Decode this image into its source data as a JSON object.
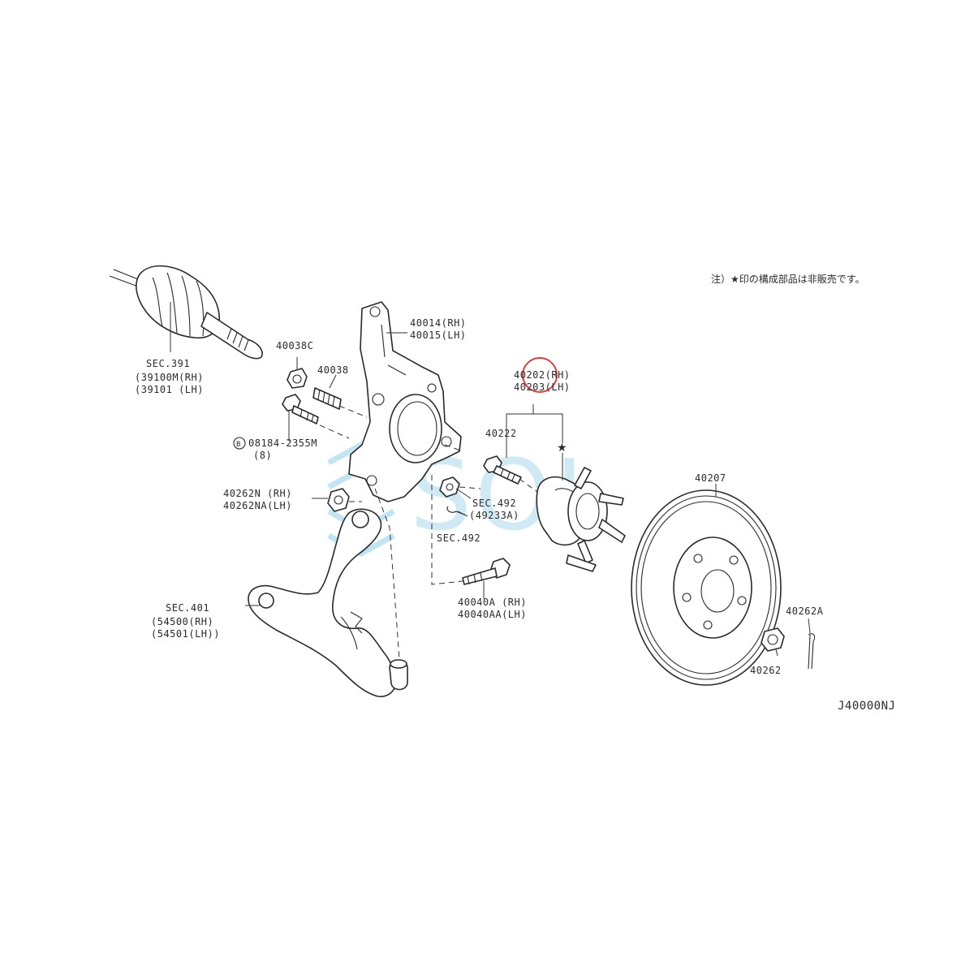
{
  "note": "注）★印の構成部品は非販売です。",
  "drawing_code": "J40000NJ",
  "watermark": "SOL",
  "callouts": {
    "sec391": "SEC.391",
    "p39100m": "(39100M(RH)",
    "p39101": "(39101 (LH)",
    "p40038c": "40038C",
    "p40038": "40038",
    "p40014": "40014(RH)",
    "p40015": "40015(LH)",
    "bolt08184": "08184-2355M",
    "bolt_qty": "(8)",
    "p40262n": "40262N (RH)",
    "p40262na": "40262NA(LH)",
    "sec401": "SEC.401",
    "p54500": "(54500(RH)",
    "p54501": "(54501(LH))",
    "p40202rh": "40202(RH)",
    "p40202lh": "40203(LH)",
    "p40222": "40222",
    "sec492a": "SEC.492",
    "p49233a": "(49233A)",
    "sec492b": "SEC.492",
    "p40040a": "40040A (RH)",
    "p40040aa": "40040AA(LH)",
    "p40207": "40207",
    "p40262a": "40262A",
    "p40262": "40262",
    "star": "★",
    "circled_b": "B"
  },
  "colors": {
    "highlight_circle": "#e23c3c",
    "watermark": "#6fc0e0",
    "line": "#2a2a2a"
  }
}
